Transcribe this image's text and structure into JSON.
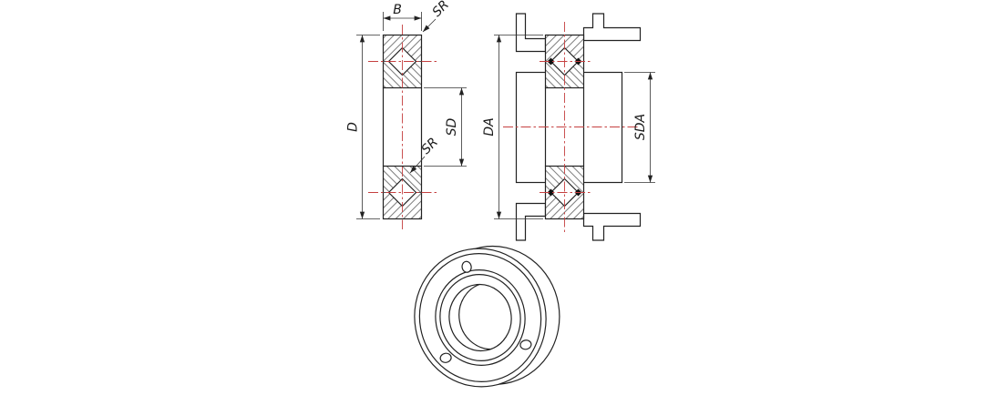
{
  "drawing": {
    "labels": {
      "b": "B",
      "sr_outer": "SR",
      "d": "D",
      "sd": "SD",
      "sr_inner": "SR",
      "da": "DA",
      "sda": "SDA"
    },
    "colors": {
      "line": "#222222",
      "centerline": "#c54040",
      "hatch": "#444444",
      "background": "#ffffff"
    }
  }
}
